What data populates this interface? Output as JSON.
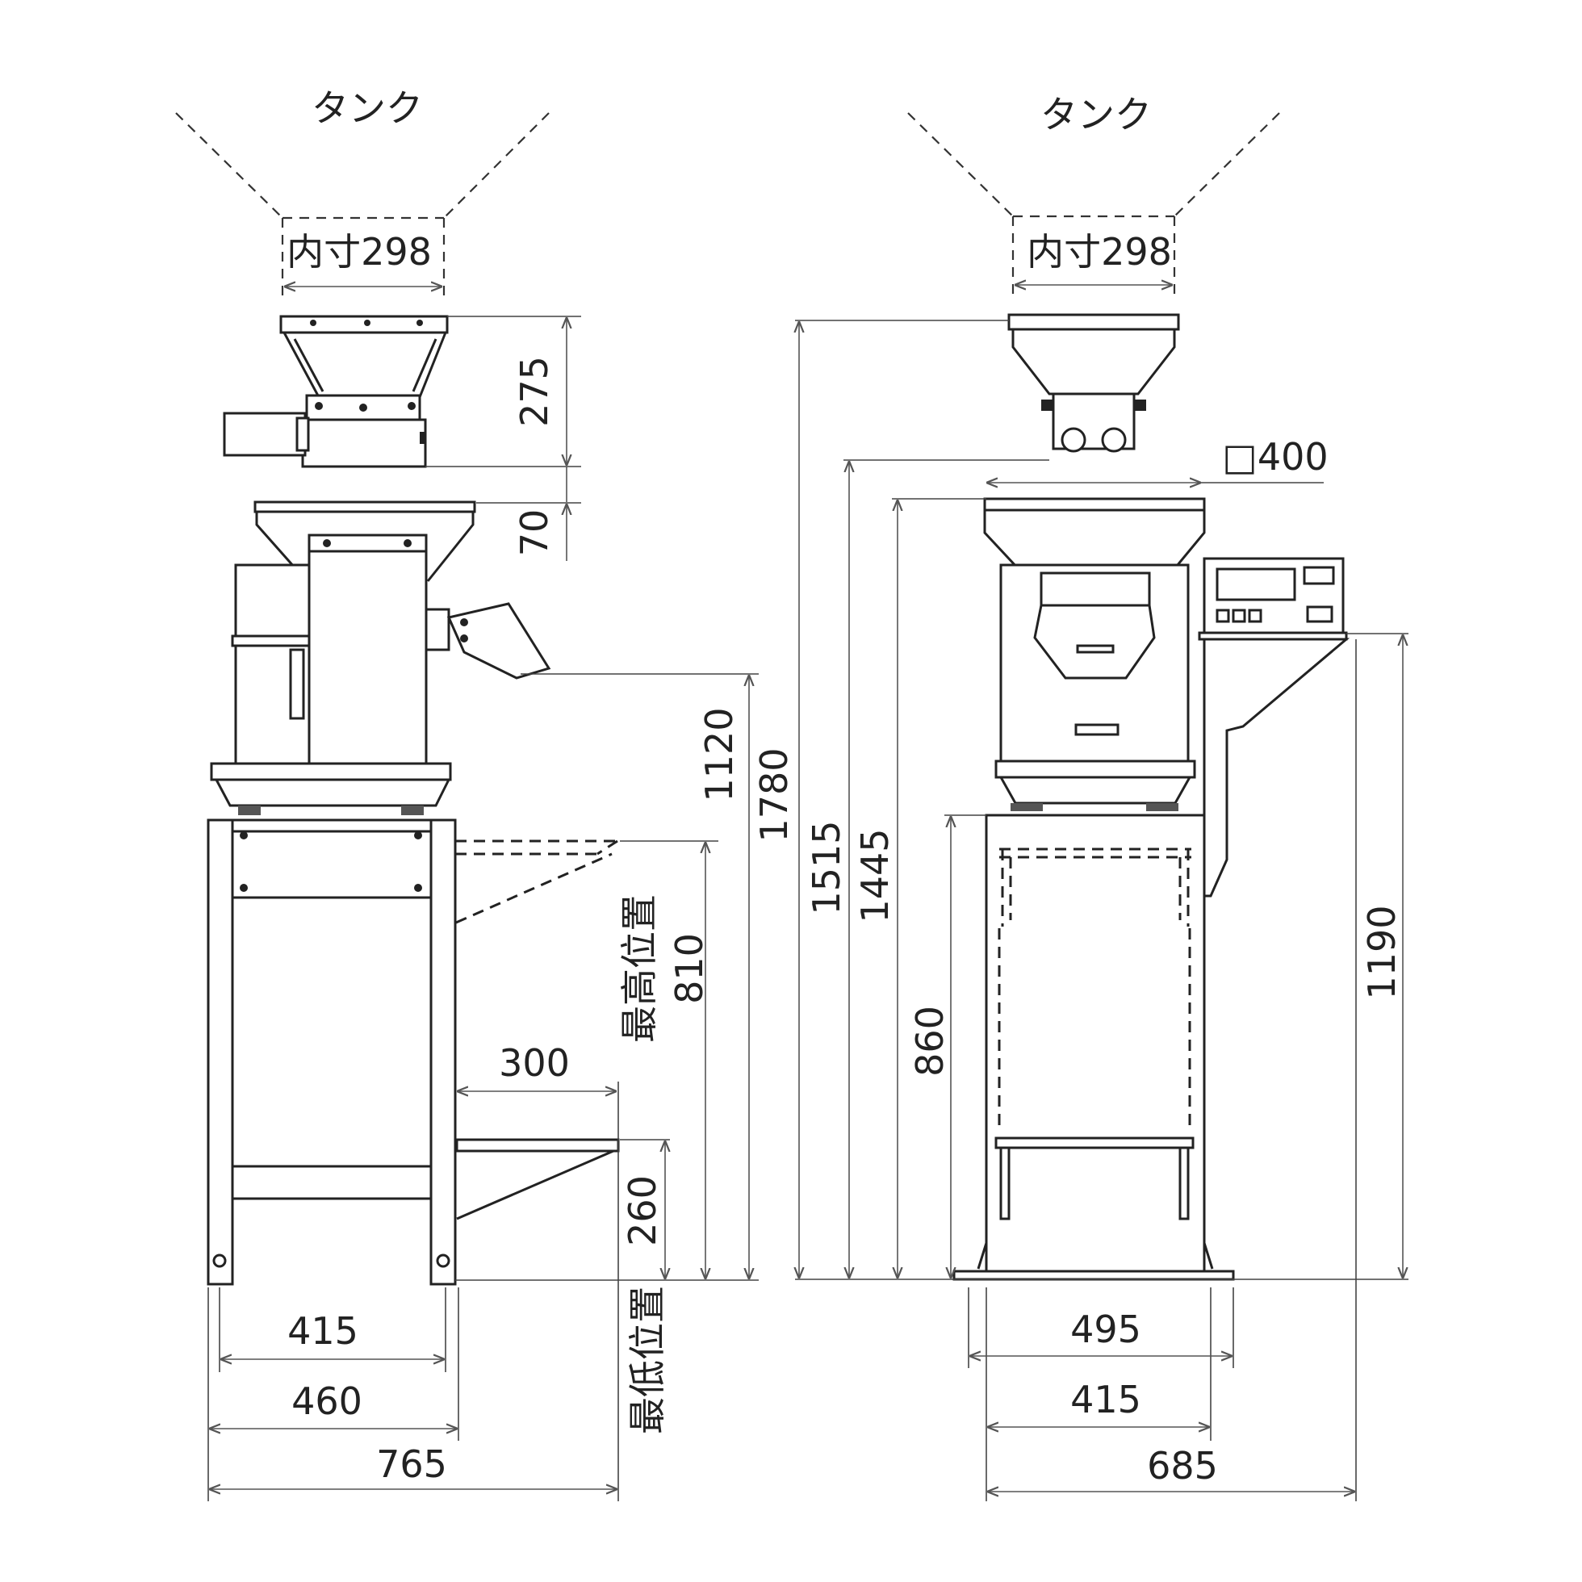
{
  "left_view": {
    "tank_label": "タンク",
    "inner_dim": "内寸298",
    "dim_275": "275",
    "dim_70": "70",
    "dim_1120": "1120",
    "dim_1780": "1780",
    "dim_810": "810",
    "label_max_pos": "最高位置",
    "dim_300": "300",
    "dim_260": "260",
    "label_min_pos": "最低位置",
    "dim_415": "415",
    "dim_460": "460",
    "dim_765": "765"
  },
  "right_view": {
    "tank_label": "タンク",
    "inner_dim": "内寸298",
    "dim_400": "□400",
    "dim_1515": "1515",
    "dim_1445": "1445",
    "dim_860": "860",
    "dim_1190": "1190",
    "dim_495": "495",
    "dim_415": "415",
    "dim_685": "685"
  }
}
